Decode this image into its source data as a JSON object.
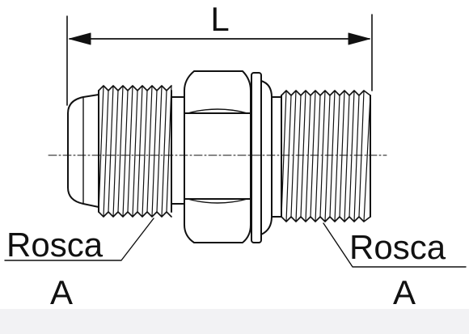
{
  "diagram": {
    "dimension_label": "L",
    "left_callout": {
      "line1": "Rosca",
      "line2": "A"
    },
    "right_callout": {
      "line1": "Rosca",
      "line2": "A"
    }
  },
  "colors": {
    "stroke": "#111111",
    "background": "#ffffff",
    "frame": "#f2f2f4"
  }
}
